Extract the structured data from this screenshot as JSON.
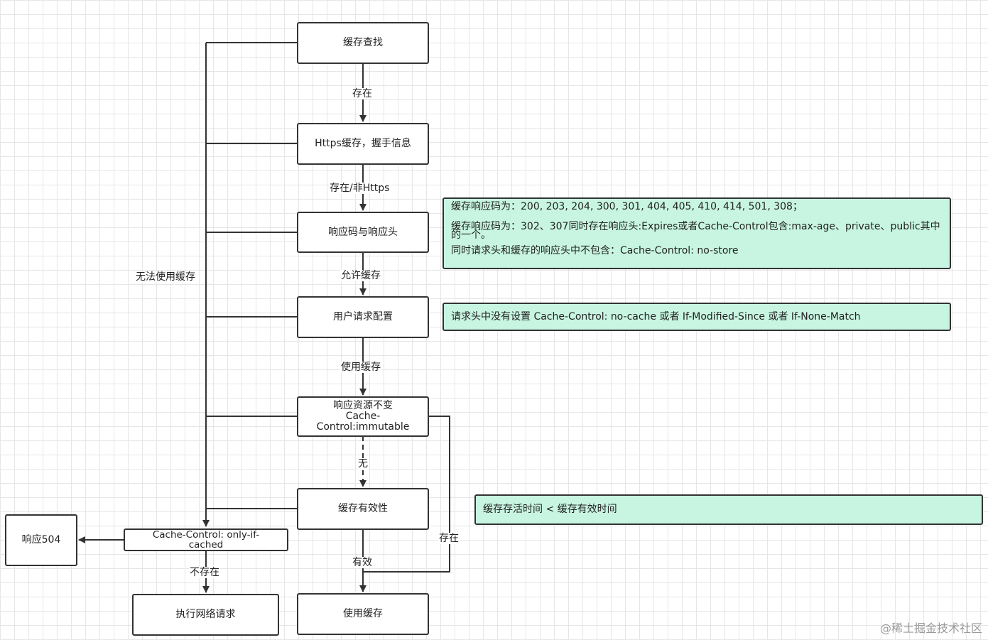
{
  "nodes": {
    "cache_lookup": "缓存查找",
    "https_cache": "Https缓存，握手信息",
    "response_code_header": "响应码与响应头",
    "user_request_config": "用户请求配置",
    "immutable": "响应资源不变\nCache-\nControl:immutable",
    "cache_validity": "缓存有效性",
    "use_cache": "使用缓存",
    "only_if_cached": "Cache-Control: only-if-\ncached",
    "response_504": "响应504",
    "network_request": "执行网络请求"
  },
  "edge_labels": {
    "exists": "存在",
    "exists_non_https": "存在/非Https",
    "allow_cache": "允许缓存",
    "use_cache": "使用缓存",
    "none": "无",
    "valid": "有效",
    "exists_right": "存在",
    "not_exists": "不存在",
    "cannot_use_cache": "无法使用缓存"
  },
  "notes": {
    "response_codes": {
      "line1": "缓存响应码为：200, 203, 204, 300, 301, 404, 405, 410, 414, 501, 308；",
      "line2": "缓存响应码为：302、307同时存在响应头:Expires或者Cache-Control包含:max-age、private、public其中的一个。",
      "line3": "同时请求头和缓存的响应头中不包含：Cache-Control: no-store"
    },
    "request_headers": "请求头中没有设置 Cache-Control: no-cache 或者 If-Modified-Since 或者 If-None-Match",
    "validity": "缓存存活时间 < 缓存有效时间"
  },
  "watermark": "@稀土掘金技术社区",
  "colors": {
    "note_fill": "#c8f5e2",
    "line": "#333333",
    "grid": "#e6e6e6"
  }
}
